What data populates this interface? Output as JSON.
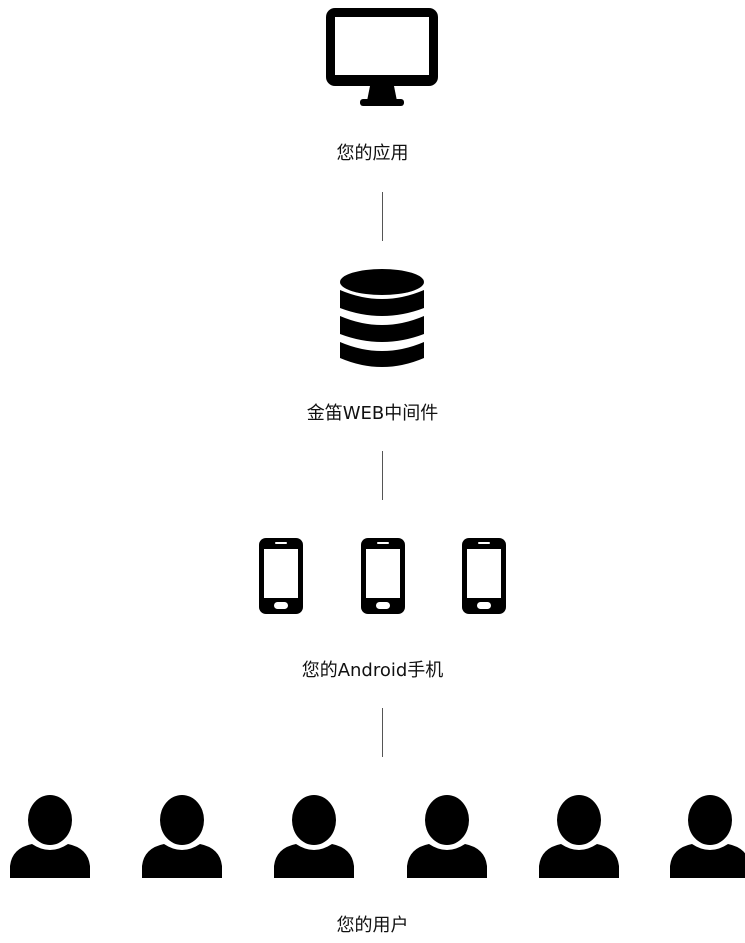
{
  "nodes": {
    "app": {
      "label": "您的应用",
      "icon": "monitor-icon"
    },
    "middleware": {
      "label": "金笛WEB中间件",
      "icon": "database-icon"
    },
    "phones": {
      "label": "您的Android手机",
      "icon": "smartphone-icon",
      "count": 3
    },
    "users": {
      "label": "您的用户",
      "icon": "user-icon",
      "count": 6
    }
  },
  "colors": {
    "icon": "#000000",
    "text": "#111111",
    "connector": "#555555"
  }
}
